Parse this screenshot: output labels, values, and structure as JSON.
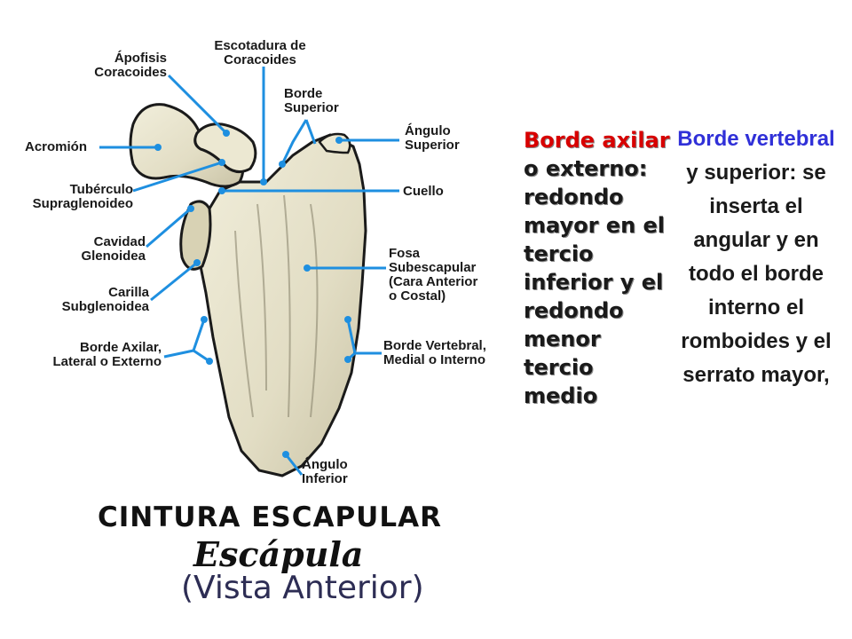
{
  "labels": {
    "apofisis_coracoides": "Ápofisis\nCoracoides",
    "escotadura": "Escotadura de\nCoracoides",
    "borde_superior": "Borde\nSuperior",
    "angulo_superior": "Ángulo\nSuperior",
    "acromion": "Acromión",
    "tuberculo": "Tubérculo\nSupraglenoideo",
    "cuello": "Cuello",
    "cavidad": "Cavidad\nGlenoidea",
    "fosa": "Fosa\nSubescapular\n(Cara Anterior\no Costal)",
    "carilla": "Carilla\nSubglenoidea",
    "borde_axilar": "Borde Axilar,\nLateral o Externo",
    "borde_vertebral": "Borde Vertebral,\nMedial o Interno",
    "angulo_inferior": "Ángulo\nInferior"
  },
  "caption": {
    "main": "CINTURA ESCAPULAR",
    "sub": "Escápula",
    "view": "(Vista Anterior)"
  },
  "axilar_text": {
    "highlight": "Borde axilar",
    "rest": "o externo: redondo mayor en el tercio inferior y el redondo menor tercio medio"
  },
  "vertebral_text": {
    "pre": "Borde",
    "highlight": "vertebral",
    "rest": "y superior: se inserta el angular y en todo el borde interno el romboides y el serrato mayor,"
  },
  "colors": {
    "pointer_line": "#1e8fe0",
    "bone_fill": "#e8e4cf",
    "bone_shadow": "#a8a48c",
    "axilar_highlight": "#d80000",
    "vertebral_highlight": "#3030d8"
  }
}
